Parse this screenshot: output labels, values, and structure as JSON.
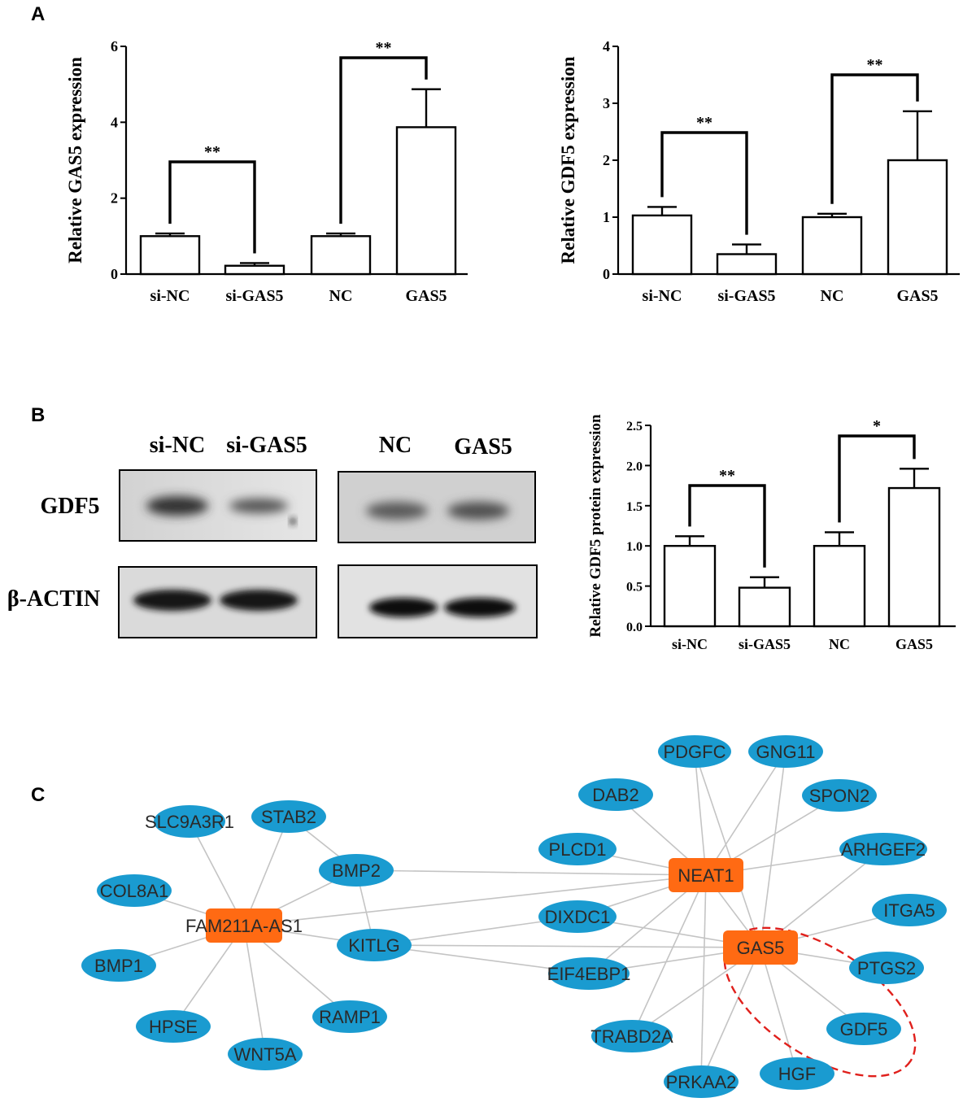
{
  "panels": {
    "a": "A",
    "b": "B",
    "c": "C"
  },
  "chart_data": [
    {
      "type": "bar",
      "ylabel": "Relative GAS5 expression",
      "categories": [
        "si-NC",
        "si-GAS5",
        "NC",
        "GAS5"
      ],
      "values": [
        1.0,
        0.22,
        1.0,
        3.87
      ],
      "errors": [
        0.07,
        0.07,
        0.07,
        1.0
      ],
      "ylim": [
        0,
        6
      ],
      "yticks": [
        "0",
        "2",
        "4",
        "6"
      ],
      "significance": [
        {
          "from": 0,
          "to": 1,
          "label": "**"
        },
        {
          "from": 2,
          "to": 3,
          "label": "**"
        }
      ]
    },
    {
      "type": "bar",
      "ylabel": "Relative GDF5 expression",
      "categories": [
        "si-NC",
        "si-GAS5",
        "NC",
        "GAS5"
      ],
      "values": [
        1.03,
        0.35,
        1.0,
        2.0
      ],
      "errors": [
        0.15,
        0.17,
        0.06,
        0.86
      ],
      "ylim": [
        0,
        4
      ],
      "yticks": [
        "0",
        "1",
        "2",
        "3",
        "4"
      ],
      "significance": [
        {
          "from": 0,
          "to": 1,
          "label": "**"
        },
        {
          "from": 2,
          "to": 3,
          "label": "**"
        }
      ]
    },
    {
      "type": "bar",
      "ylabel": "Relative GDF5 protein expression",
      "categories": [
        "si-NC",
        "si-GAS5",
        "NC",
        "GAS5"
      ],
      "values": [
        1.0,
        0.48,
        1.0,
        1.72
      ],
      "errors": [
        0.12,
        0.13,
        0.17,
        0.24
      ],
      "ylim": [
        0,
        2.5
      ],
      "yticks": [
        "0.0",
        "0.5",
        "1.0",
        "1.5",
        "2.0",
        "2.5"
      ],
      "significance": [
        {
          "from": 0,
          "to": 1,
          "label": "**"
        },
        {
          "from": 2,
          "to": 3,
          "label": "*"
        }
      ]
    }
  ],
  "blot": {
    "lanes_left": [
      "si-NC",
      "si-GAS5"
    ],
    "lanes_right": [
      "NC",
      "GAS5"
    ],
    "rows": [
      "GDF5",
      "β-ACTIN"
    ]
  },
  "network": {
    "hub_color": "#ff6a13",
    "node_color": "#1a9bd0",
    "highlight_color": "#e0201c",
    "hubs": [
      "FAM211A-AS1",
      "NEAT1",
      "GAS5"
    ],
    "nodes": [
      "SLC9A3R1",
      "STAB2",
      "COL8A1",
      "BMP2",
      "BMP1",
      "KITLG",
      "HPSE",
      "WNT5A",
      "RAMP1",
      "PLCD1",
      "DIXDC1",
      "EIF4EBP1",
      "TRABD2A",
      "PRKAA2",
      "DAB2",
      "PDGFC",
      "GNG11",
      "SPON2",
      "ARHGEF2",
      "ITGA5",
      "PTGS2",
      "GDF5",
      "HGF"
    ],
    "edges": [
      [
        "FAM211A-AS1",
        "SLC9A3R1"
      ],
      [
        "FAM211A-AS1",
        "STAB2"
      ],
      [
        "FAM211A-AS1",
        "COL8A1"
      ],
      [
        "FAM211A-AS1",
        "BMP2"
      ],
      [
        "FAM211A-AS1",
        "BMP1"
      ],
      [
        "FAM211A-AS1",
        "KITLG"
      ],
      [
        "FAM211A-AS1",
        "HPSE"
      ],
      [
        "FAM211A-AS1",
        "WNT5A"
      ],
      [
        "FAM211A-AS1",
        "RAMP1"
      ],
      [
        "FAM211A-AS1",
        "NEAT1"
      ],
      [
        "STAB2",
        "BMP2"
      ],
      [
        "BMP2",
        "KITLG"
      ],
      [
        "BMP2",
        "NEAT1"
      ],
      [
        "KITLG",
        "DIXDC1"
      ],
      [
        "KITLG",
        "GAS5"
      ],
      [
        "KITLG",
        "EIF4EBP1"
      ],
      [
        "NEAT1",
        "PLCD1"
      ],
      [
        "NEAT1",
        "DAB2"
      ],
      [
        "NEAT1",
        "PDGFC"
      ],
      [
        "NEAT1",
        "GNG11"
      ],
      [
        "NEAT1",
        "SPON2"
      ],
      [
        "NEAT1",
        "ARHGEF2"
      ],
      [
        "NEAT1",
        "DIXDC1"
      ],
      [
        "NEAT1",
        "EIF4EBP1"
      ],
      [
        "NEAT1",
        "TRABD2A"
      ],
      [
        "NEAT1",
        "PRKAA2"
      ],
      [
        "NEAT1",
        "GAS5"
      ],
      [
        "GAS5",
        "DIXDC1"
      ],
      [
        "GAS5",
        "EIF4EBP1"
      ],
      [
        "GAS5",
        "PDGFC"
      ],
      [
        "GAS5",
        "GNG11"
      ],
      [
        "GAS5",
        "ARHGEF2"
      ],
      [
        "GAS5",
        "ITGA5"
      ],
      [
        "GAS5",
        "PTGS2"
      ],
      [
        "GAS5",
        "GDF5"
      ],
      [
        "GAS5",
        "HGF"
      ],
      [
        "GAS5",
        "PRKAA2"
      ],
      [
        "GAS5",
        "TRABD2A"
      ]
    ]
  }
}
